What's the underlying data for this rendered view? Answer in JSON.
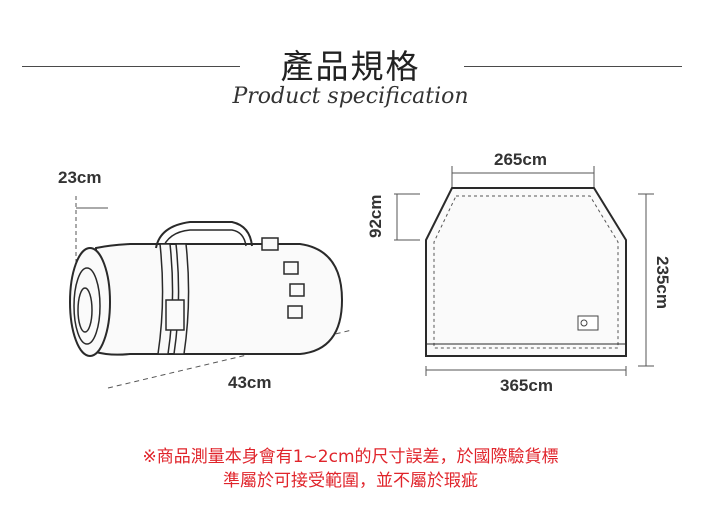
{
  "title": "產品規格",
  "subtitle": "Product specification",
  "rolled": {
    "height": "23cm",
    "length": "43cm"
  },
  "flat": {
    "top_width": "265cm",
    "side_cut": "92cm",
    "height": "235cm",
    "bottom_width": "365cm"
  },
  "notes": [
    "※商品測量本身會有1~2cm的尺寸誤差，於國際驗貨標",
    "準屬於可接受範圍，並不屬於瑕疵"
  ],
  "colors": {
    "note": "#e0242b",
    "line": "#4a4a4a"
  },
  "icons": [
    "rolled-mat-illustration",
    "flat-mat-illustration",
    "brand-tag-icon"
  ]
}
